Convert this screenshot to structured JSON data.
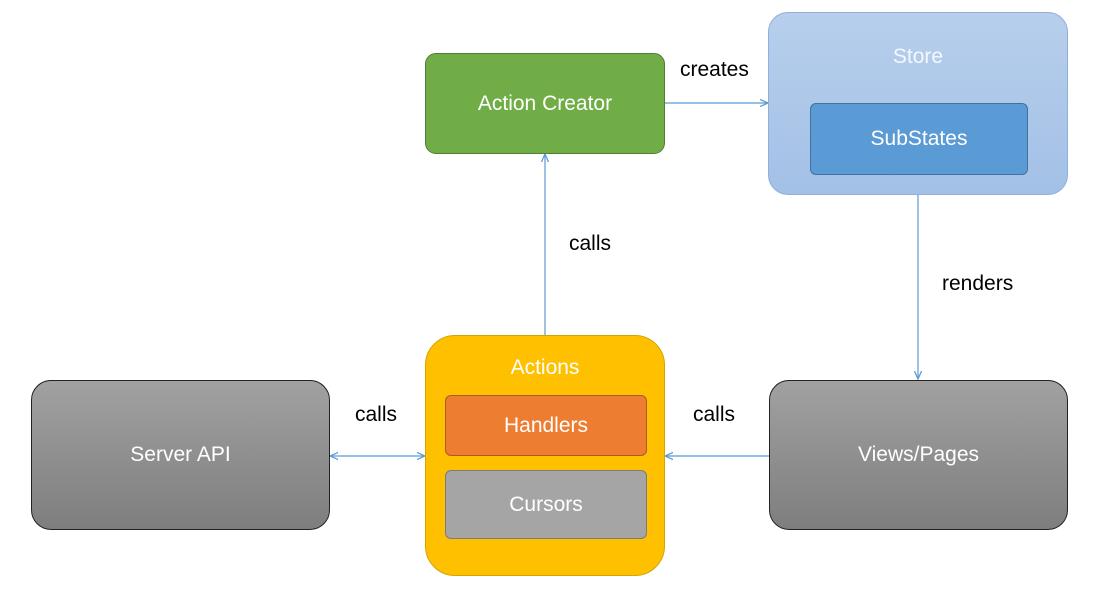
{
  "nodes": {
    "action_creator": "Action Creator",
    "store": "Store",
    "substates": "SubStates",
    "actions": "Actions",
    "handlers": "Handlers",
    "cursors": "Cursors",
    "server_api": "Server API",
    "views_pages": "Views/Pages"
  },
  "edges": {
    "creates": "creates",
    "calls_up": "calls",
    "renders": "renders",
    "calls_server": "calls",
    "calls_views": "calls"
  },
  "colors": {
    "action_creator": "#70ad47",
    "store": "#a7c4e7",
    "substates": "#5b9bd5",
    "actions": "#ffc000",
    "handlers": "#ed7d31",
    "cursors": "#a5a5a5",
    "gray_node": "#8c8c8c",
    "connector": "#5b9bd5"
  }
}
